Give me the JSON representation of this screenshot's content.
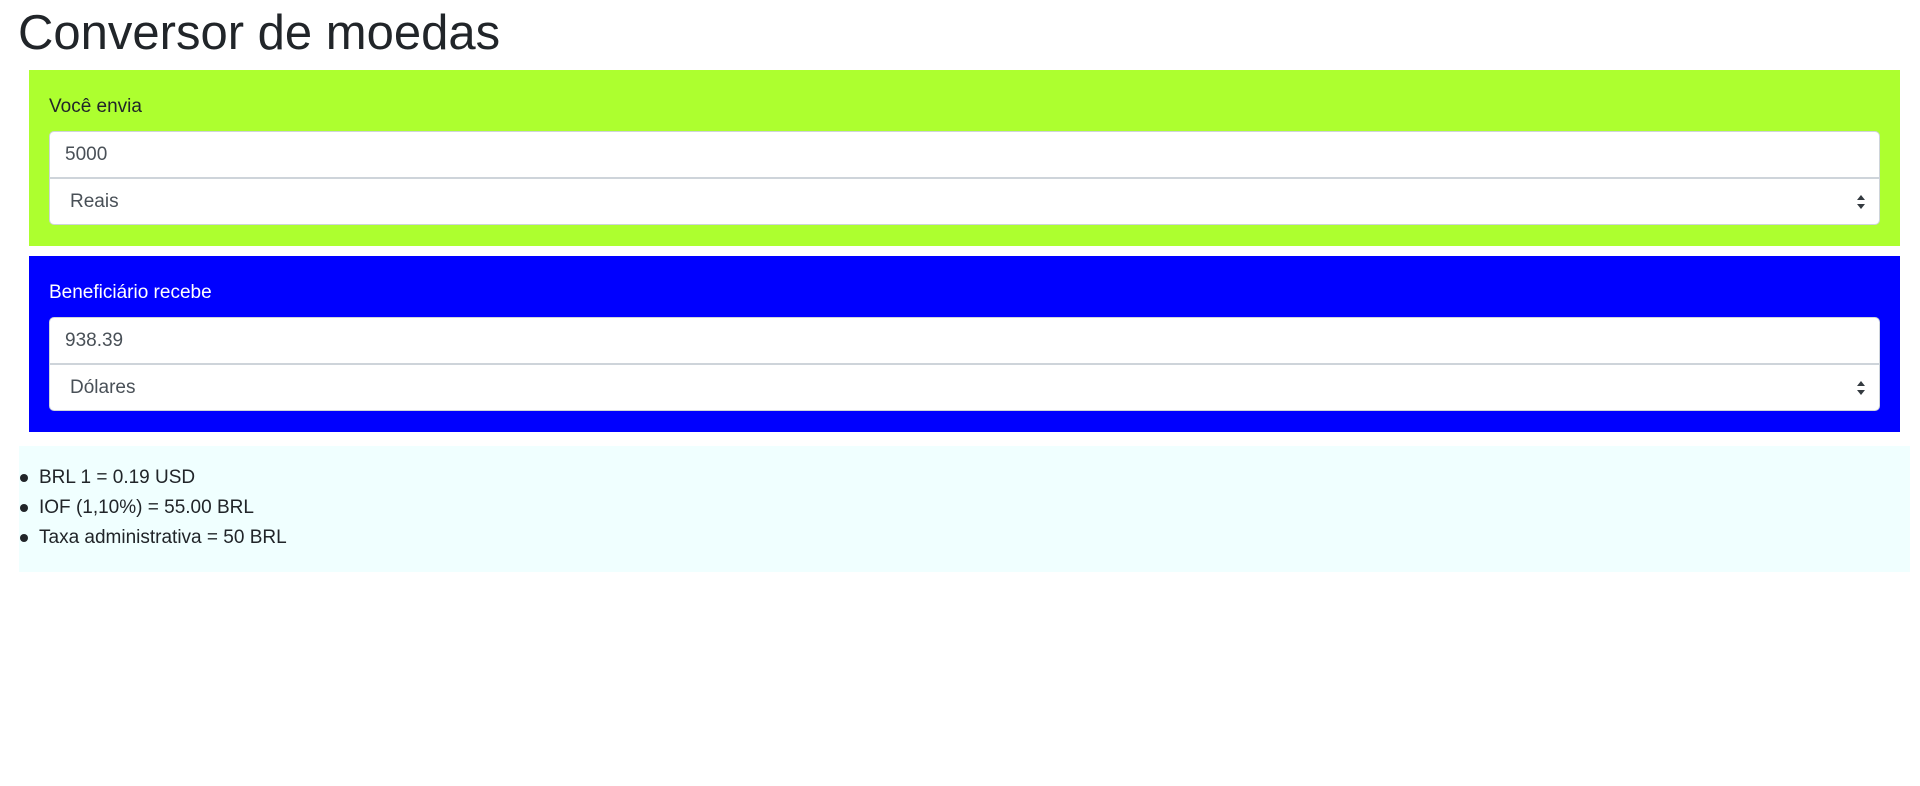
{
  "page": {
    "title": "Conversor de moedas"
  },
  "send": {
    "label": "Você envia",
    "amount": "5000",
    "currency": "Reais",
    "background": "#adff2f"
  },
  "receive": {
    "label": "Beneficiário recebe",
    "amount": "938.39",
    "currency": "Dólares",
    "background": "#0000ff"
  },
  "info": {
    "items": [
      "BRL 1 = 0.19 USD",
      "IOF (1,10%) = 55.00 BRL",
      "Taxa administrativa = 50 BRL"
    ],
    "background": "#f0ffff"
  },
  "icons": {
    "select_arrows": "sort-arrows-icon"
  }
}
